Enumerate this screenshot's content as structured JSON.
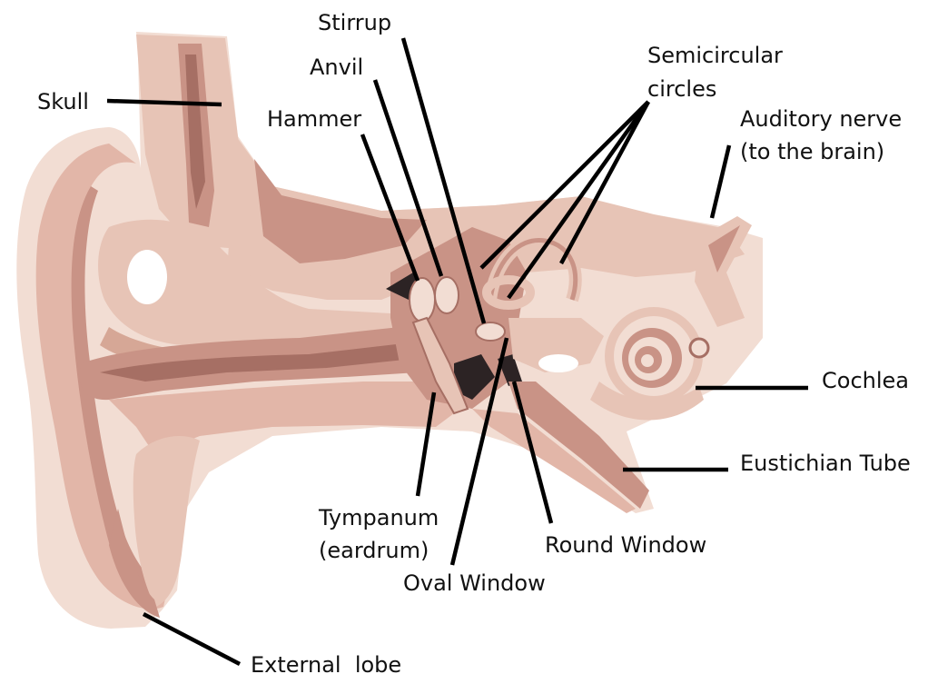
{
  "labels": {
    "stirrup": "Stirrup",
    "anvil": "Anvil",
    "hammer": "Hammer",
    "skull": "Skull",
    "semicircular_line1": "Semicircular",
    "semicircular_line2": "circles",
    "auditory_line1": "Auditory nerve",
    "auditory_line2": "(to the brain)",
    "cochlea": "Cochlea",
    "eustachian": "Eustichian Tube",
    "round_window": "Round Window",
    "tympanum_line1": "Tympanum",
    "tympanum_line2": "(eardrum)",
    "oval_window": "Oval Window",
    "external_lobe": "External  lobe"
  },
  "colors": {
    "background": "#ffffff",
    "tissue_light": "#f2ddd3",
    "tissue_mid": "#e7c4b6",
    "tissue_dark": "#c99386",
    "tissue_deep": "#a66f64",
    "cavity_dark": "#2c2324",
    "leader_lines": "#000000",
    "label_text": "#111111"
  }
}
